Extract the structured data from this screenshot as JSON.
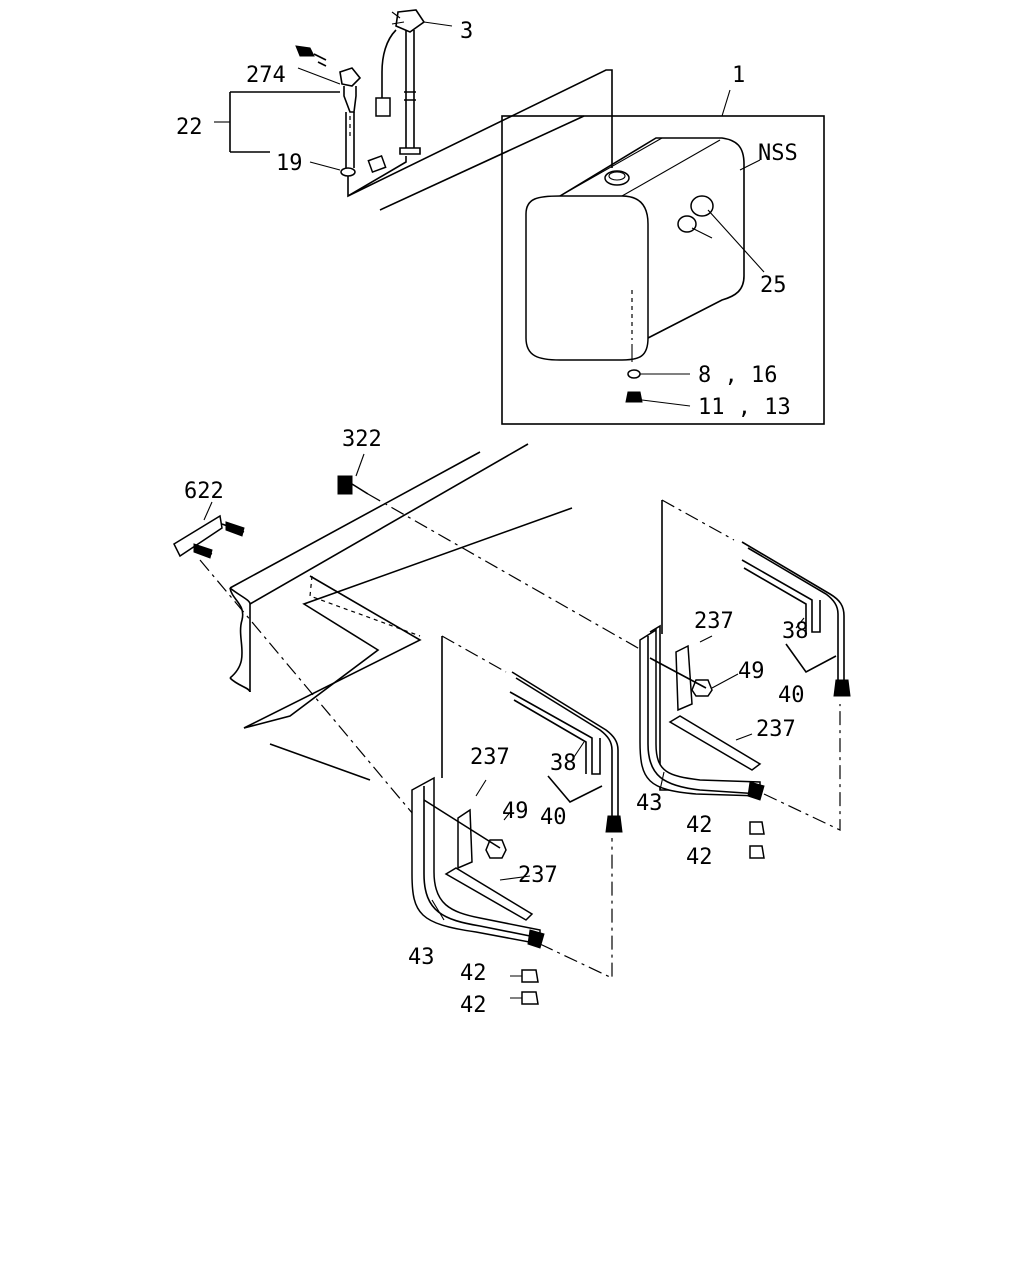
{
  "callouts": {
    "tank": "1",
    "gauge_unit": "3",
    "cap_group": "22",
    "bolt_274": "274",
    "washer_19": "19",
    "nss": "NSS",
    "drain_plug": "25",
    "washer_8_16": "8 , 16",
    "bolt_11_13": "11 , 13",
    "bolt_322": "322",
    "plate_622": "622",
    "rear_pad_upper": "237",
    "rear_nut_49": "49",
    "rear_pad_lower": "237",
    "rear_strap_38": "38",
    "rear_strap_40": "40",
    "rear_bracket_43": "43",
    "rear_nut_42a": "42",
    "rear_nut_42b": "42",
    "front_pad_upper": "237",
    "front_strap_38": "38",
    "front_nut_49": "49",
    "front_strap_40": "40",
    "front_pad_lower": "237",
    "front_bracket_43": "43",
    "front_nut_42a": "42",
    "front_nut_42b": "42"
  }
}
